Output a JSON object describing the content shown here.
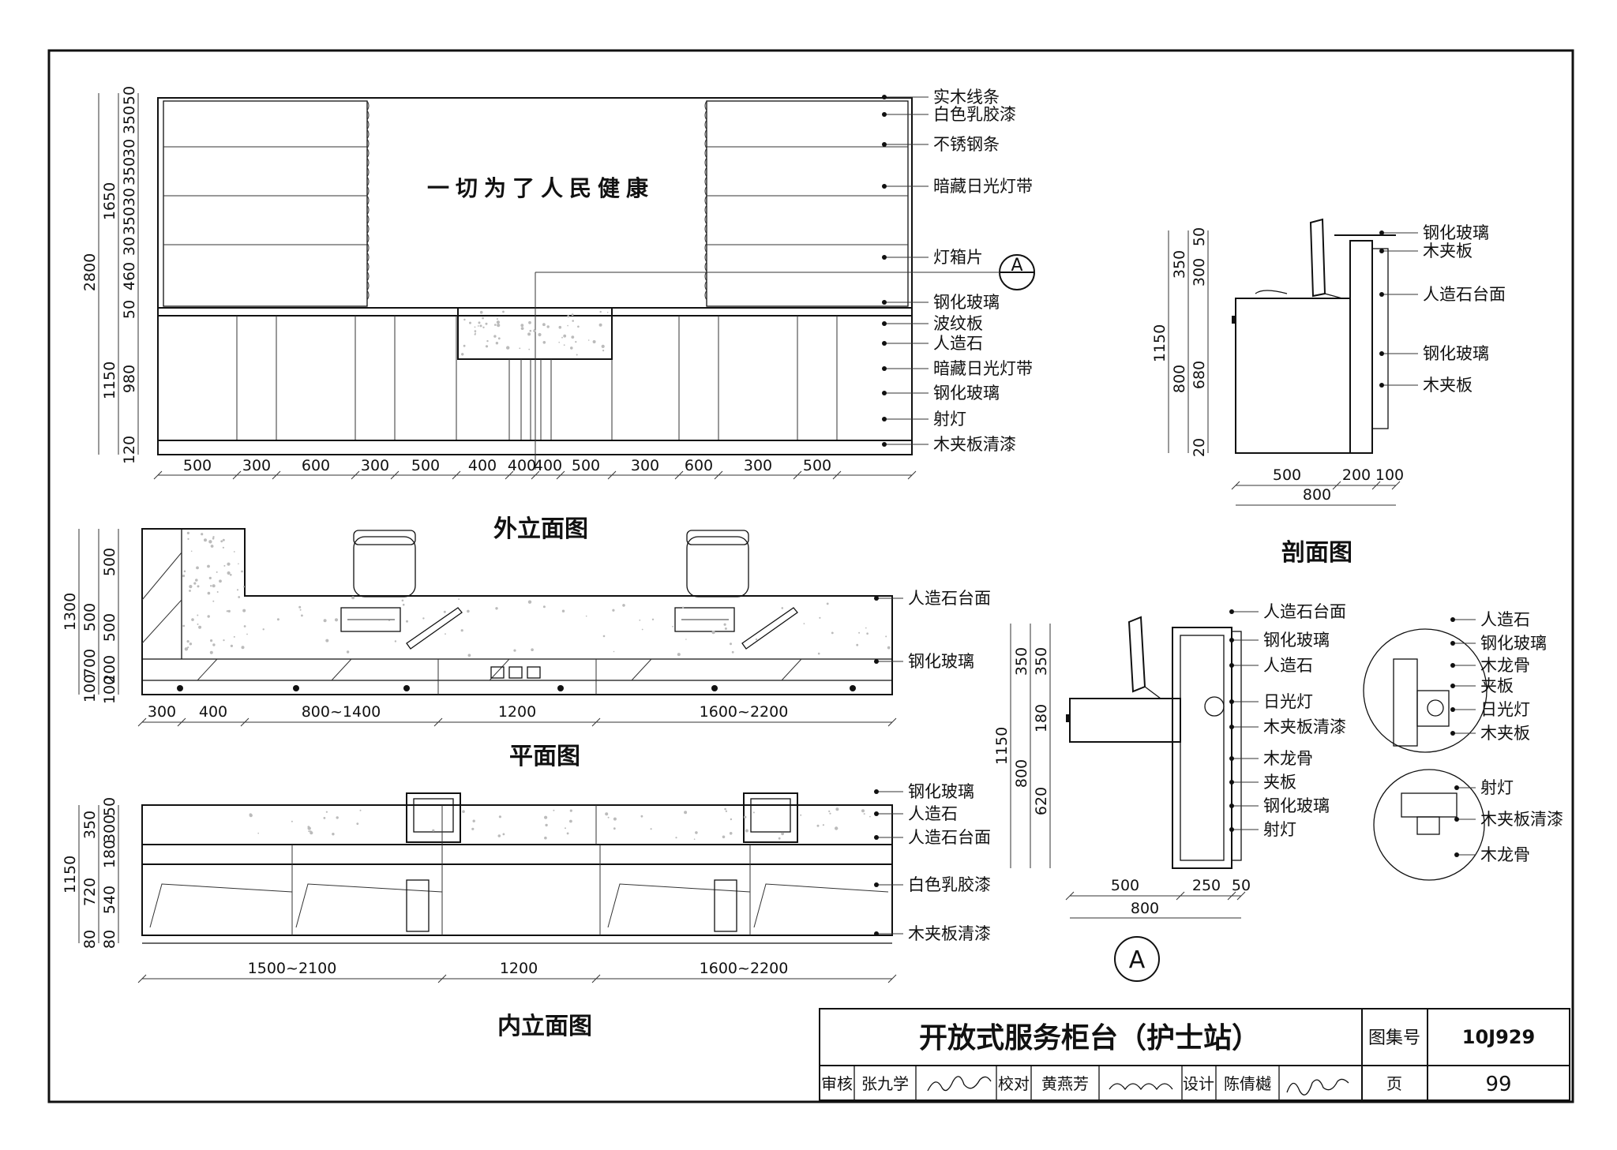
{
  "views": {
    "outer_elevation": {
      "title": "外立面图",
      "slogan": "一切为了人民健康",
      "section_marker": "A",
      "height_dims": {
        "total": "2800",
        "upper": "1650",
        "lower": "1150"
      },
      "height_segments": [
        "50",
        "350",
        "30",
        "350",
        "30",
        "350",
        "30",
        "460",
        "50",
        "980",
        "120"
      ],
      "width_dims": [
        "500",
        "300",
        "600",
        "300",
        "500",
        "400",
        "400",
        "400",
        "500",
        "300",
        "600",
        "300",
        "500"
      ],
      "labels": [
        "实木线条",
        "白色乳胶漆",
        "不锈钢条",
        "暗藏日光灯带",
        "灯箱片",
        "钢化玻璃",
        "波纹板",
        "人造石",
        "暗藏日光灯带",
        "钢化玻璃",
        "射灯",
        "木夹板清漆"
      ]
    },
    "section": {
      "title": "剖面图",
      "height_dims": {
        "total": "1150",
        "upper": "350",
        "lower": "800"
      },
      "height_segments": [
        "50",
        "300",
        "680",
        "20"
      ],
      "width_dims": [
        "500",
        "200",
        "100"
      ],
      "width_total": "800",
      "labels": [
        "钢化玻璃",
        "木夹板",
        "人造石台面",
        "钢化玻璃",
        "木夹板"
      ]
    },
    "plan": {
      "title": "平面图",
      "height_total": "1300",
      "height_segments_a": [
        "500",
        "700",
        "100"
      ],
      "height_segments_b": [
        "500",
        "500",
        "200",
        "100"
      ],
      "width_dims": [
        "300",
        "400",
        "800~1400",
        "1200",
        "1600~2200"
      ],
      "labels": [
        "人造石台面",
        "钢化玻璃"
      ]
    },
    "inner_elevation": {
      "title": "内立面图",
      "height_total": "1150",
      "height_segments_a": [
        "350",
        "720",
        "80"
      ],
      "height_segments_b": [
        "50",
        "300",
        "180",
        "540",
        "80"
      ],
      "width_dims": [
        "1500~2100",
        "1200",
        "1600~2200"
      ],
      "labels": [
        "钢化玻璃",
        "人造石",
        "人造石台面",
        "白色乳胶漆",
        "木夹板清漆"
      ]
    },
    "detail_a": {
      "marker": "A",
      "height_total": "1150",
      "height_segments_a": [
        "350",
        "800"
      ],
      "height_segments_b": [
        "350",
        "180",
        "620"
      ],
      "width_dims": [
        "500",
        "250",
        "50"
      ],
      "width_total": "800",
      "labels": [
        "人造石台面",
        "钢化玻璃",
        "人造石",
        "日光灯",
        "木夹板清漆",
        "木龙骨",
        "夹板",
        "钢化玻璃",
        "射灯"
      ],
      "callout_1_labels": [
        "人造石",
        "钢化玻璃",
        "木龙骨",
        "夹板",
        "日光灯",
        "木夹板"
      ],
      "callout_2_labels": [
        "射灯",
        "木夹板清漆",
        "木龙骨"
      ]
    }
  },
  "title_block": {
    "drawing_title": "开放式服务柜台（护士站）",
    "atlas_label": "图集号",
    "atlas_no": "10J929",
    "review_label": "审核",
    "reviewer": "张九学",
    "check_label": "校对",
    "checker": "黄燕芳",
    "design_label": "设计",
    "designer": "陈倩樾",
    "page_label": "页",
    "page_no": "99"
  }
}
